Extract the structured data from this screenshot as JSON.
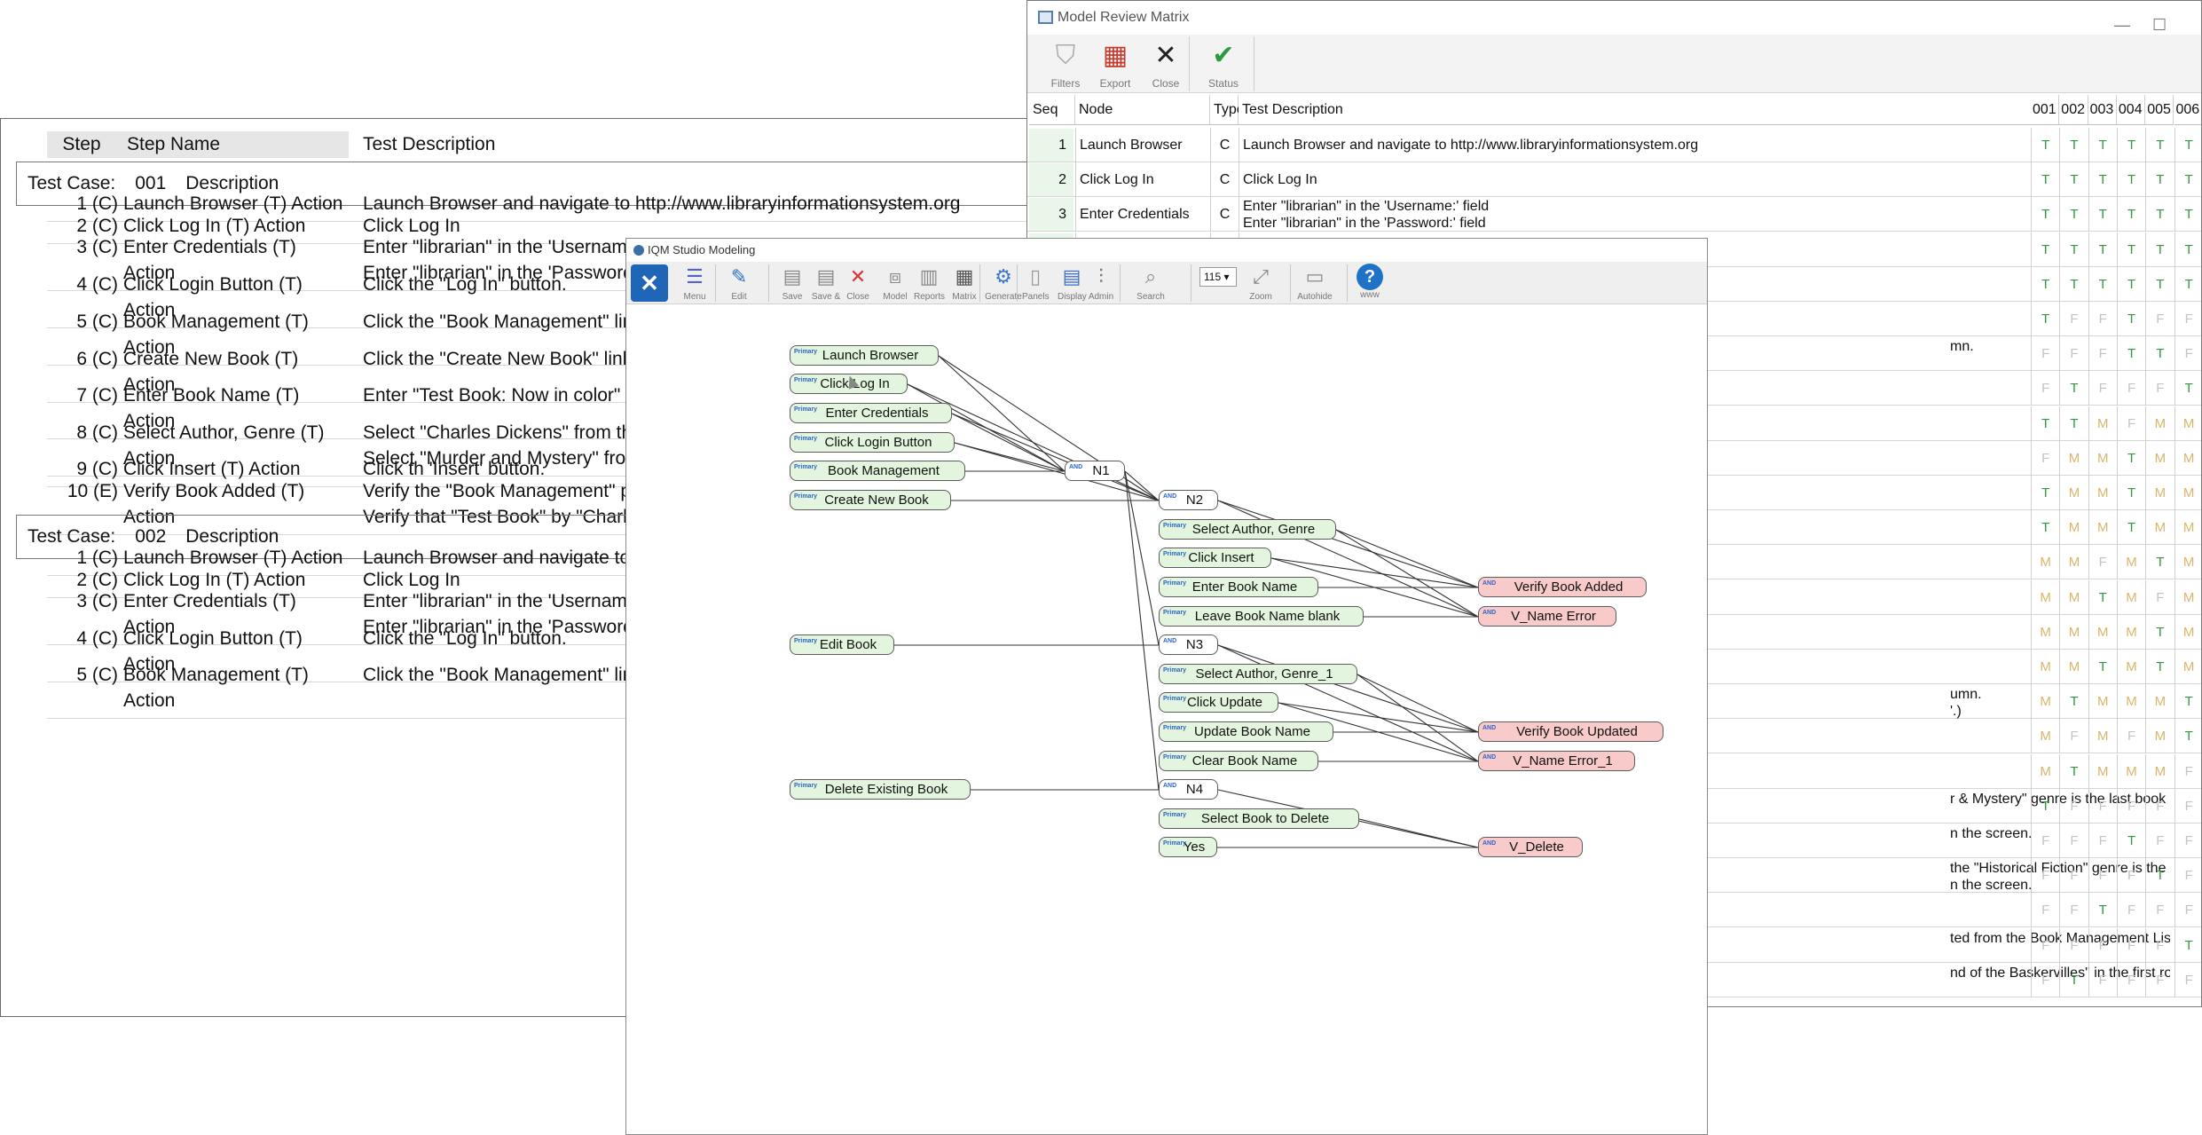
{
  "document": {
    "headers": {
      "step": "Step",
      "step_name": "Step Name",
      "test_description": "Test Description"
    },
    "test_cases": [
      {
        "label": "Test Case:",
        "id": "001",
        "desc_label": "Description",
        "steps": [
          {
            "step": "1 (C)",
            "name": [
              "Launch Browser (T) Action"
            ],
            "desc": [
              "Launch Browser and navigate to http://www.libraryinformationsystem.org"
            ]
          },
          {
            "step": "2 (C)",
            "name": [
              "Click Log In (T) Action"
            ],
            "desc": [
              "Click Log In"
            ]
          },
          {
            "step": "3 (C)",
            "name": [
              "Enter Credentials (T)",
              "Action"
            ],
            "desc": [
              "Enter \"librarian\" in the 'Username:' field",
              "Enter \"librarian\" in the 'Password:' field"
            ]
          },
          {
            "step": "4 (C)",
            "name": [
              "Click Login Button (T)",
              "Action"
            ],
            "desc": [
              "Click the \"Log In\" button."
            ]
          },
          {
            "step": "5 (C)",
            "name": [
              "Book Management (T)",
              "Action"
            ],
            "desc": [
              "Click the \"Book Management\" link."
            ]
          },
          {
            "step": "6 (C)",
            "name": [
              "Create New Book (T)",
              "Action"
            ],
            "desc": [
              "Click the \"Create New Book\" link."
            ]
          },
          {
            "step": "7 (C)",
            "name": [
              "Enter Book Name (T)",
              "Action"
            ],
            "desc": [
              "Enter \"Test Book: Now in color\""
            ]
          },
          {
            "step": "8 (C)",
            "name": [
              "Select Author, Genre (T)",
              "Action"
            ],
            "desc": [
              "Select \"Charles Dickens\" from the list",
              "Select \"Murder and Mystery\" from the list"
            ]
          },
          {
            "step": "9 (C)",
            "name": [
              "Click Insert (T) Action"
            ],
            "desc": [
              "Click th 'Insert' button."
            ]
          },
          {
            "step": "10 (E)",
            "name": [
              "Verify Book Added (T)",
              "Action"
            ],
            "desc": [
              "Verify the \"Book Management\" page",
              "Verify that \"Test Book\" by \"Charles Dickens\""
            ]
          }
        ]
      },
      {
        "label": "Test Case:",
        "id": "002",
        "desc_label": "Description",
        "steps": [
          {
            "step": "1 (C)",
            "name": [
              "Launch Browser (T) Action"
            ],
            "desc": [
              "Launch Browser and navigate to http://www.libraryinformationsystem.org"
            ]
          },
          {
            "step": "2 (C)",
            "name": [
              "Click Log In (T) Action"
            ],
            "desc": [
              "Click Log In"
            ]
          },
          {
            "step": "3 (C)",
            "name": [
              "Enter Credentials (T)",
              "Action"
            ],
            "desc": [
              "Enter \"librarian\" in the 'Username:' field",
              "Enter \"librarian\" in the 'Password:' field"
            ]
          },
          {
            "step": "4 (C)",
            "name": [
              "Click Login Button (T)",
              "Action"
            ],
            "desc": [
              "Click the \"Log In\" button."
            ]
          },
          {
            "step": "5 (C)",
            "name": [
              "Book Management (T)",
              "Action"
            ],
            "desc": [
              "Click the \"Book Management\" link."
            ]
          }
        ]
      }
    ]
  },
  "matrix": {
    "title": "Model Review Matrix",
    "toolbar": [
      {
        "label": "Filters",
        "icon": "filter-icon",
        "glyph": "⛉"
      },
      {
        "label": "Export",
        "icon": "export-xls-icon",
        "glyph": "▦"
      },
      {
        "label": "Close",
        "icon": "close-icon",
        "glyph": "✕"
      },
      {
        "label": "Status",
        "icon": "checkmark-icon",
        "glyph": "✔"
      }
    ],
    "columns": {
      "seq": "Seq",
      "node": "Node",
      "type": "Type",
      "desc": "Test Description",
      "cases": [
        "001",
        "002",
        "003",
        "004",
        "005",
        "006"
      ]
    },
    "rows": [
      {
        "seq": "1",
        "node": "Launch Browser",
        "type": "C",
        "desc": [
          "Launch Browser and navigate to http://www.libraryinformationsystem.org"
        ],
        "descA": [],
        "vals": [
          "T",
          "T",
          "T",
          "T",
          "T",
          "T"
        ]
      },
      {
        "seq": "2",
        "node": "Click Log In",
        "type": "C",
        "desc": [
          "Click Log In"
        ],
        "descA": [],
        "vals": [
          "T",
          "T",
          "T",
          "T",
          "T",
          "T"
        ]
      },
      {
        "seq": "3",
        "node": "Enter Credentials",
        "type": "C",
        "desc": [
          "Enter \"librarian\" in the 'Username:' field",
          "Enter \"librarian\" in the 'Password:' field"
        ],
        "descA": [],
        "vals": [
          "T",
          "T",
          "T",
          "T",
          "T",
          "T"
        ]
      },
      {
        "seq": "",
        "node": "",
        "type": "",
        "desc": [],
        "descA": [],
        "vals": [
          "T",
          "T",
          "T",
          "T",
          "T",
          "T"
        ]
      },
      {
        "seq": "",
        "node": "",
        "type": "",
        "desc": [],
        "descA": [],
        "vals": [
          "T",
          "T",
          "T",
          "T",
          "T",
          "T"
        ]
      },
      {
        "seq": "",
        "node": "",
        "type": "",
        "desc": [],
        "descA": [],
        "vals": [
          "T",
          "F",
          "F",
          "T",
          "F",
          "F"
        ]
      },
      {
        "seq": "",
        "node": "",
        "type": "",
        "desc": [],
        "descA": [
          "mn."
        ],
        "vals": [
          "F",
          "F",
          "F",
          "T",
          "T",
          "F"
        ]
      },
      {
        "seq": "",
        "node": "",
        "type": "",
        "desc": [],
        "descA": [],
        "vals": [
          "F",
          "T",
          "F",
          "F",
          "F",
          "T"
        ]
      },
      {
        "seq": "",
        "node": "",
        "type": "",
        "desc": [],
        "descA": [],
        "vals": [
          "T",
          "T",
          "M",
          "F",
          "M",
          "M"
        ]
      },
      {
        "seq": "",
        "node": "",
        "type": "",
        "desc": [],
        "descA": [],
        "vals": [
          "F",
          "M",
          "M",
          "T",
          "M",
          "M"
        ]
      },
      {
        "seq": "",
        "node": "",
        "type": "",
        "desc": [],
        "descA": [],
        "vals": [
          "T",
          "M",
          "M",
          "T",
          "M",
          "M"
        ]
      },
      {
        "seq": "",
        "node": "",
        "type": "",
        "desc": [],
        "descA": [],
        "vals": [
          "T",
          "M",
          "M",
          "T",
          "M",
          "M"
        ]
      },
      {
        "seq": "",
        "node": "",
        "type": "",
        "desc": [],
        "descA": [],
        "vals": [
          "M",
          "M",
          "F",
          "M",
          "T",
          "M"
        ]
      },
      {
        "seq": "",
        "node": "",
        "type": "",
        "desc": [],
        "descA": [],
        "vals": [
          "M",
          "M",
          "T",
          "M",
          "F",
          "M"
        ]
      },
      {
        "seq": "",
        "node": "",
        "type": "",
        "desc": [],
        "descA": [],
        "vals": [
          "M",
          "M",
          "M",
          "M",
          "T",
          "M"
        ]
      },
      {
        "seq": "",
        "node": "",
        "type": "",
        "desc": [],
        "descA": [],
        "vals": [
          "M",
          "M",
          "T",
          "M",
          "T",
          "M"
        ]
      },
      {
        "seq": "",
        "node": "",
        "type": "",
        "desc": [],
        "descA": [
          "umn.",
          "'.)"
        ],
        "vals": [
          "M",
          "T",
          "M",
          "M",
          "M",
          "T"
        ]
      },
      {
        "seq": "",
        "node": "",
        "type": "",
        "desc": [],
        "descA": [],
        "vals": [
          "M",
          "F",
          "M",
          "F",
          "M",
          "T"
        ]
      },
      {
        "seq": "",
        "node": "",
        "type": "",
        "desc": [],
        "descA": [],
        "vals": [
          "M",
          "T",
          "M",
          "M",
          "M",
          "F"
        ]
      },
      {
        "seq": "",
        "node": "",
        "type": "",
        "desc": [],
        "descA": [
          "r & Mystery\" genre is the last book in the list..."
        ],
        "vals": [
          "T",
          "F",
          "F",
          "F",
          "F",
          "F"
        ]
      },
      {
        "seq": "",
        "node": "",
        "type": "",
        "desc": [],
        "descA": [
          "n the screen."
        ],
        "vals": [
          "F",
          "F",
          "F",
          "T",
          "F",
          "F"
        ]
      },
      {
        "seq": "",
        "node": "",
        "type": "",
        "desc": [],
        "descA": [
          "the \"Historical Fiction\" genre is the last book in",
          "n the screen."
        ],
        "vals": [
          "F",
          "F",
          "F",
          "F",
          "T",
          "F"
        ]
      },
      {
        "seq": "",
        "node": "",
        "type": "",
        "desc": [],
        "descA": [],
        "vals": [
          "F",
          "F",
          "T",
          "F",
          "F",
          "F"
        ]
      },
      {
        "seq": "",
        "node": "",
        "type": "",
        "desc": [],
        "descA": [
          "ted from the Book Management List."
        ],
        "vals": [
          "F",
          "F",
          "F",
          "F",
          "F",
          "T"
        ]
      },
      {
        "seq": "",
        "node": "",
        "type": "",
        "desc": [],
        "descA": [
          "nd of the Baskervilles\" in the first row."
        ],
        "vals": [
          "F",
          "T",
          "F",
          "F",
          "F",
          "F"
        ]
      }
    ]
  },
  "studio": {
    "title": "IQM Studio Modeling",
    "logo_glyph": "✕",
    "toolbar": [
      {
        "label": "Menu",
        "icon": "menu-icon",
        "glyph": "☰"
      },
      {
        "label": "Edit",
        "icon": "edit-pencil-icon",
        "glyph": "✎"
      },
      {
        "label": "Save",
        "icon": "save-icon",
        "glyph": "▤"
      },
      {
        "label": "Save &",
        "icon": "save-as-icon",
        "glyph": "▤"
      },
      {
        "label": "Close",
        "icon": "close-icon",
        "glyph": "✕"
      },
      {
        "label": "Model",
        "icon": "model-icon",
        "glyph": "⧈"
      },
      {
        "label": "Reports",
        "icon": "reports-icon",
        "glyph": "▥"
      },
      {
        "label": "Matrix",
        "icon": "matrix-icon",
        "glyph": "▦"
      },
      {
        "label": "Generate",
        "icon": "generate-gear-icon",
        "glyph": "⚙"
      },
      {
        "label": "Panels",
        "icon": "panels-icon",
        "glyph": "▯"
      },
      {
        "label": "Display",
        "icon": "display-icon",
        "glyph": "▤"
      },
      {
        "label": "Admin",
        "icon": "admin-sliders-icon",
        "glyph": "⫶"
      },
      {
        "label": "Search",
        "icon": "search-icon",
        "glyph": "⌕"
      },
      {
        "label": "Zoom",
        "icon": "zoom-icon",
        "glyph": "⤢"
      },
      {
        "label": "Autohide",
        "icon": "autohide-icon",
        "glyph": "▭"
      },
      {
        "label": "www",
        "icon": "help-icon",
        "glyph": "?"
      }
    ],
    "zoom_value": "115",
    "tags": {
      "primary": "Primary",
      "and": "AND"
    },
    "nodes": [
      {
        "id": "n_launch",
        "label": "Launch Browser",
        "kind": "primary"
      },
      {
        "id": "n_login",
        "label": "Click Log In",
        "kind": "primary"
      },
      {
        "id": "n_creds",
        "label": "Enter Credentials",
        "kind": "primary"
      },
      {
        "id": "n_loginbtn",
        "label": "Click Login Button",
        "kind": "primary"
      },
      {
        "id": "n_bookmgmt",
        "label": "Book Management",
        "kind": "primary"
      },
      {
        "id": "n_create",
        "label": "Create New Book",
        "kind": "primary"
      },
      {
        "id": "g_n1",
        "label": "N1",
        "kind": "and"
      },
      {
        "id": "g_n2",
        "label": "N2",
        "kind": "and"
      },
      {
        "id": "n_selauthor",
        "label": "Select Author, Genre",
        "kind": "primary"
      },
      {
        "id": "n_insert",
        "label": "Click Insert",
        "kind": "primary"
      },
      {
        "id": "n_enterbook",
        "label": "Enter Book Name",
        "kind": "primary"
      },
      {
        "id": "n_blank",
        "label": "Leave Book Name blank",
        "kind": "primary"
      },
      {
        "id": "v_added",
        "label": "Verify Book Added",
        "kind": "verify"
      },
      {
        "id": "v_nameerr",
        "label": "V_Name Error",
        "kind": "verify"
      },
      {
        "id": "n_edit",
        "label": "Edit Book",
        "kind": "primary"
      },
      {
        "id": "g_n3",
        "label": "N3",
        "kind": "and"
      },
      {
        "id": "n_selauthor1",
        "label": "Select Author, Genre_1",
        "kind": "primary"
      },
      {
        "id": "n_update",
        "label": "Click Update",
        "kind": "primary"
      },
      {
        "id": "n_updname",
        "label": "Update Book Name",
        "kind": "primary"
      },
      {
        "id": "n_clear",
        "label": "Clear Book Name",
        "kind": "primary"
      },
      {
        "id": "v_updated",
        "label": "Verify Book Updated",
        "kind": "verify"
      },
      {
        "id": "v_nameerr1",
        "label": "V_Name Error_1",
        "kind": "verify"
      },
      {
        "id": "n_delete",
        "label": "Delete Existing Book",
        "kind": "primary"
      },
      {
        "id": "g_n4",
        "label": "N4",
        "kind": "and"
      },
      {
        "id": "n_selbook",
        "label": "Select Book to Delete",
        "kind": "primary"
      },
      {
        "id": "n_yes",
        "label": "Yes",
        "kind": "primary"
      },
      {
        "id": "v_delete",
        "label": "V_Delete",
        "kind": "verify"
      }
    ],
    "edges": [
      [
        "n_launch",
        "g_n1"
      ],
      [
        "n_login",
        "g_n1"
      ],
      [
        "n_creds",
        "g_n1"
      ],
      [
        "n_loginbtn",
        "g_n1"
      ],
      [
        "n_bookmgmt",
        "g_n1"
      ],
      [
        "n_launch",
        "g_n2"
      ],
      [
        "n_login",
        "g_n2"
      ],
      [
        "n_creds",
        "g_n2"
      ],
      [
        "n_loginbtn",
        "g_n2"
      ],
      [
        "g_n1",
        "g_n2"
      ],
      [
        "g_n1",
        "g_n3"
      ],
      [
        "g_n1",
        "g_n4"
      ],
      [
        "n_create",
        "g_n2"
      ],
      [
        "g_n2",
        "v_added"
      ],
      [
        "g_n2",
        "v_nameerr"
      ],
      [
        "n_selauthor",
        "v_added"
      ],
      [
        "n_selauthor",
        "v_nameerr"
      ],
      [
        "n_insert",
        "v_added"
      ],
      [
        "n_insert",
        "v_nameerr"
      ],
      [
        "n_enterbook",
        "v_added"
      ],
      [
        "n_blank",
        "v_nameerr"
      ],
      [
        "n_edit",
        "g_n3"
      ],
      [
        "g_n3",
        "v_updated"
      ],
      [
        "g_n3",
        "v_nameerr1"
      ],
      [
        "n_selauthor1",
        "v_updated"
      ],
      [
        "n_selauthor1",
        "v_nameerr1"
      ],
      [
        "n_update",
        "v_updated"
      ],
      [
        "n_update",
        "v_nameerr1"
      ],
      [
        "n_updname",
        "v_updated"
      ],
      [
        "n_clear",
        "v_nameerr1"
      ],
      [
        "n_delete",
        "g_n4"
      ],
      [
        "g_n4",
        "v_delete"
      ],
      [
        "n_selbook",
        "v_delete"
      ],
      [
        "n_yes",
        "v_delete"
      ]
    ]
  }
}
